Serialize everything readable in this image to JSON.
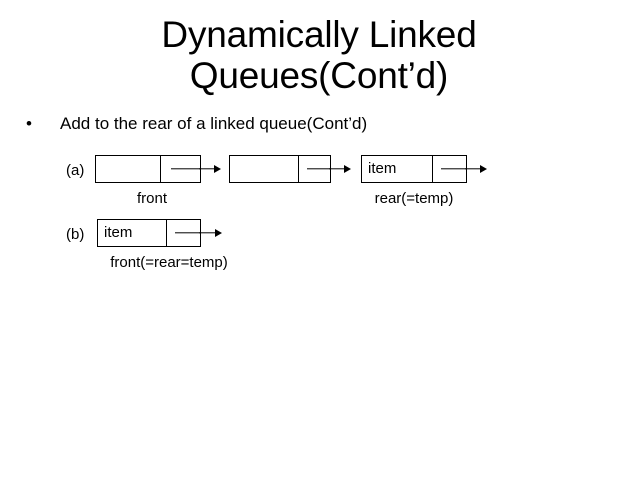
{
  "slide": {
    "title_lines": [
      "Dynamically Linked",
      "Queues(Cont’d)"
    ],
    "bullet": {
      "marker": "•",
      "text": "Add to the rear of a linked queue(Cont’d)"
    },
    "colors": {
      "background": "#ffffff",
      "text": "#000000",
      "stroke": "#000000"
    }
  },
  "diagram": {
    "rows": [
      {
        "marker": "(a)",
        "nodes": [
          {
            "data": "",
            "link": ""
          },
          {
            "data": "",
            "link": ""
          },
          {
            "data": "item",
            "link": ""
          }
        ],
        "captions": [
          {
            "text": "front"
          },
          {
            "text": "rear(=temp)"
          }
        ]
      },
      {
        "marker": "(b)",
        "nodes": [
          {
            "data": "item",
            "link": ""
          }
        ],
        "captions": [
          {
            "text": "front(=rear=temp)"
          }
        ]
      }
    ]
  }
}
